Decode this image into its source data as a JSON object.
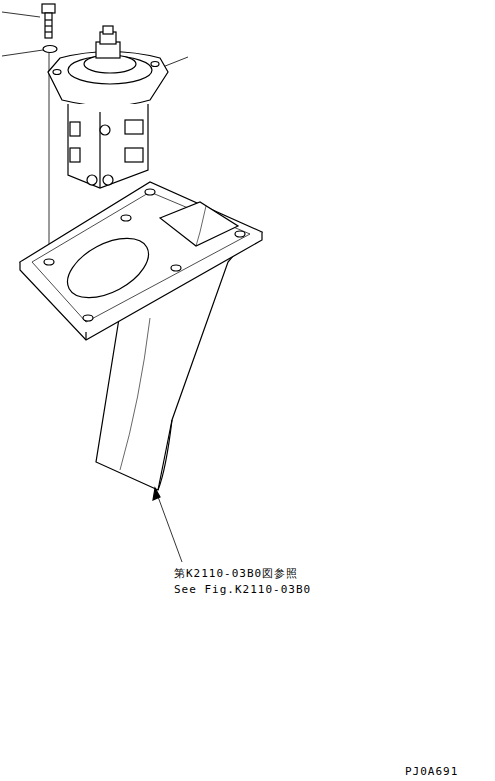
{
  "diagram": {
    "labels": [
      "第K2110-03B0図参照",
      "See Fig.K2110-03B0",
      "PJ0A691"
    ]
  }
}
